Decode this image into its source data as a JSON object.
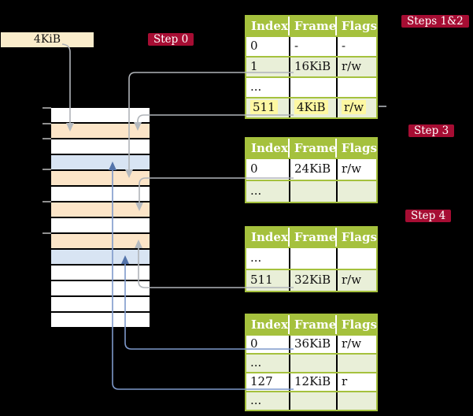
{
  "labels": {
    "frame_box": "4KiB",
    "step0": "Step 0",
    "steps12": "Steps 1&2",
    "step3": "Step 3",
    "step4": "Step 4"
  },
  "colors": {
    "background": "#000000",
    "badge_bg": "#a60d33",
    "badge_text": "#ffffff",
    "table_border_green": "#a5c13d",
    "table_header_bg": "#a5c13d",
    "table_header_text": "#ffffff",
    "table_row_white": "#ffffff",
    "table_row_green": "#e9efd8",
    "highlight_yellow": "#fdf8a2",
    "frame_box_cream": "#faeccb",
    "peach": "#fce5c8",
    "blue": "#d8e4f3",
    "white": "#ffffff",
    "gray_line": "#b0b4b9",
    "blue_line": "#7e99cb",
    "blue_arrow": "#5474ab",
    "tick_gray": "#8f8f8f"
  },
  "table_columns": [
    "Index",
    "Frame",
    "Flags"
  ],
  "tables": [
    {
      "name": "page-table-steps-1-2",
      "rows": [
        {
          "cells": [
            "0",
            "-",
            "-"
          ]
        },
        {
          "cells": [
            "1",
            "16KiB",
            "r/w"
          ]
        },
        {
          "cells": [
            "...",
            "",
            ""
          ]
        },
        {
          "cells": [
            "511",
            "4KiB",
            "r/w"
          ],
          "highlight": true
        }
      ]
    },
    {
      "name": "page-table-step-3",
      "rows": [
        {
          "cells": [
            "0",
            "24KiB",
            "r/w"
          ]
        },
        {
          "cells": [
            "...",
            "",
            ""
          ]
        }
      ]
    },
    {
      "name": "page-table-step-4",
      "rows": [
        {
          "cells": [
            "...",
            "",
            ""
          ]
        },
        {
          "cells": [
            "511",
            "32KiB",
            "r/w"
          ]
        }
      ]
    },
    {
      "name": "page-table-final",
      "rows": [
        {
          "cells": [
            "0",
            "36KiB",
            "r/w"
          ]
        },
        {
          "cells": [
            "...",
            "",
            ""
          ]
        },
        {
          "cells": [
            "127",
            "12KiB",
            "r"
          ]
        },
        {
          "cells": [
            "...",
            "",
            ""
          ]
        }
      ]
    }
  ],
  "memory_stack": {
    "rows": [
      "white",
      "peach",
      "white",
      "blue",
      "peach",
      "white",
      "peach",
      "white",
      "peach",
      "blue",
      "white",
      "white",
      "white",
      "white"
    ]
  },
  "connectors": [
    {
      "from": "frame-box-4KiB",
      "to": "stack-row-1",
      "color": "gray"
    },
    {
      "from": "table1-entry-1-16KiB",
      "to": "stack-row-4",
      "color": "gray"
    },
    {
      "from": "table1-entry-511-4KiB",
      "to": "stack-row-1",
      "color": "gray"
    },
    {
      "from": "table2-entry-0-24KiB",
      "to": "stack-row-6",
      "color": "gray"
    },
    {
      "from": "table3-entry-511-32KiB",
      "to": "stack-row-8",
      "color": "gray"
    },
    {
      "from": "table4-entry-0-36KiB",
      "to": "stack-row-9",
      "color": "blue"
    },
    {
      "from": "table4-entry-127-12KiB",
      "to": "stack-row-3",
      "color": "blue"
    }
  ]
}
